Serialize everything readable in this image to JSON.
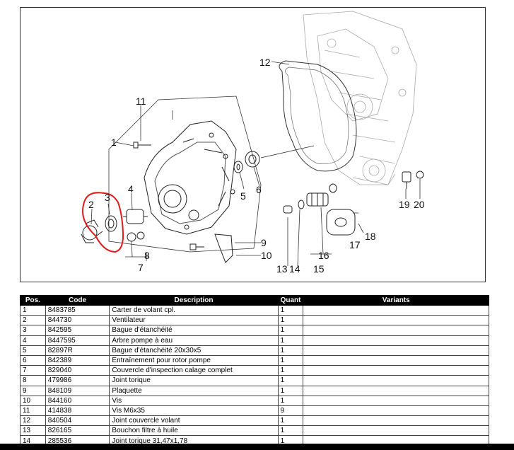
{
  "diagram": {
    "callouts": [
      {
        "id": "c1",
        "text": "1"
      },
      {
        "id": "c2",
        "text": "2"
      },
      {
        "id": "c3",
        "text": "3"
      },
      {
        "id": "c4",
        "text": "4"
      },
      {
        "id": "c5",
        "text": "5"
      },
      {
        "id": "c6",
        "text": "6"
      },
      {
        "id": "c7",
        "text": "7"
      },
      {
        "id": "c8",
        "text": "8"
      },
      {
        "id": "c9",
        "text": "9"
      },
      {
        "id": "c10",
        "text": "10"
      },
      {
        "id": "c11",
        "text": "11"
      },
      {
        "id": "c12",
        "text": "12"
      },
      {
        "id": "c13",
        "text": "13"
      },
      {
        "id": "c14",
        "text": "14"
      },
      {
        "id": "c15",
        "text": "15"
      },
      {
        "id": "c16",
        "text": "16"
      },
      {
        "id": "c17",
        "text": "17"
      },
      {
        "id": "c18",
        "text": "18"
      },
      {
        "id": "c19",
        "text": "19"
      },
      {
        "id": "c20",
        "text": "20"
      }
    ],
    "highlight_color": "#e0191b"
  },
  "table": {
    "headers": [
      "Pos.",
      "Code",
      "Description",
      "Quant",
      "Variants"
    ],
    "rows": [
      {
        "pos": "1",
        "code": "8483785",
        "desc": "Carter de volant cpl.",
        "qty": "1",
        "variants": ""
      },
      {
        "pos": "2",
        "code": "844730",
        "desc": "Ventilateur",
        "qty": "1",
        "variants": ""
      },
      {
        "pos": "3",
        "code": "842595",
        "desc": "Bague d'étanchéité",
        "qty": "1",
        "variants": ""
      },
      {
        "pos": "4",
        "code": "8447595",
        "desc": "Arbre pompe à eau",
        "qty": "1",
        "variants": ""
      },
      {
        "pos": "5",
        "code": "82897R",
        "desc": "Bague d'étanchéité 20x30x5",
        "qty": "1",
        "variants": ""
      },
      {
        "pos": "6",
        "code": "842389",
        "desc": "Entraînement pour rotor pompe",
        "qty": "1",
        "variants": ""
      },
      {
        "pos": "7",
        "code": "829040",
        "desc": "Couvercle d'inspection calage complet",
        "qty": "1",
        "variants": ""
      },
      {
        "pos": "8",
        "code": "479986",
        "desc": "Joint torique",
        "qty": "1",
        "variants": ""
      },
      {
        "pos": "9",
        "code": "848109",
        "desc": "Plaquette",
        "qty": "1",
        "variants": ""
      },
      {
        "pos": "10",
        "code": "844160",
        "desc": "Vis",
        "qty": "1",
        "variants": ""
      },
      {
        "pos": "11",
        "code": "414838",
        "desc": "Vis M6x35",
        "qty": "9",
        "variants": ""
      },
      {
        "pos": "12",
        "code": "840504",
        "desc": "Joint couvercle volant",
        "qty": "1",
        "variants": ""
      },
      {
        "pos": "13",
        "code": "826165",
        "desc": "Bouchon filtre à huile",
        "qty": "1",
        "variants": ""
      },
      {
        "pos": "14",
        "code": "285536",
        "desc": "Joint torique 31,47x1,78",
        "qty": "1",
        "variants": ""
      }
    ]
  }
}
